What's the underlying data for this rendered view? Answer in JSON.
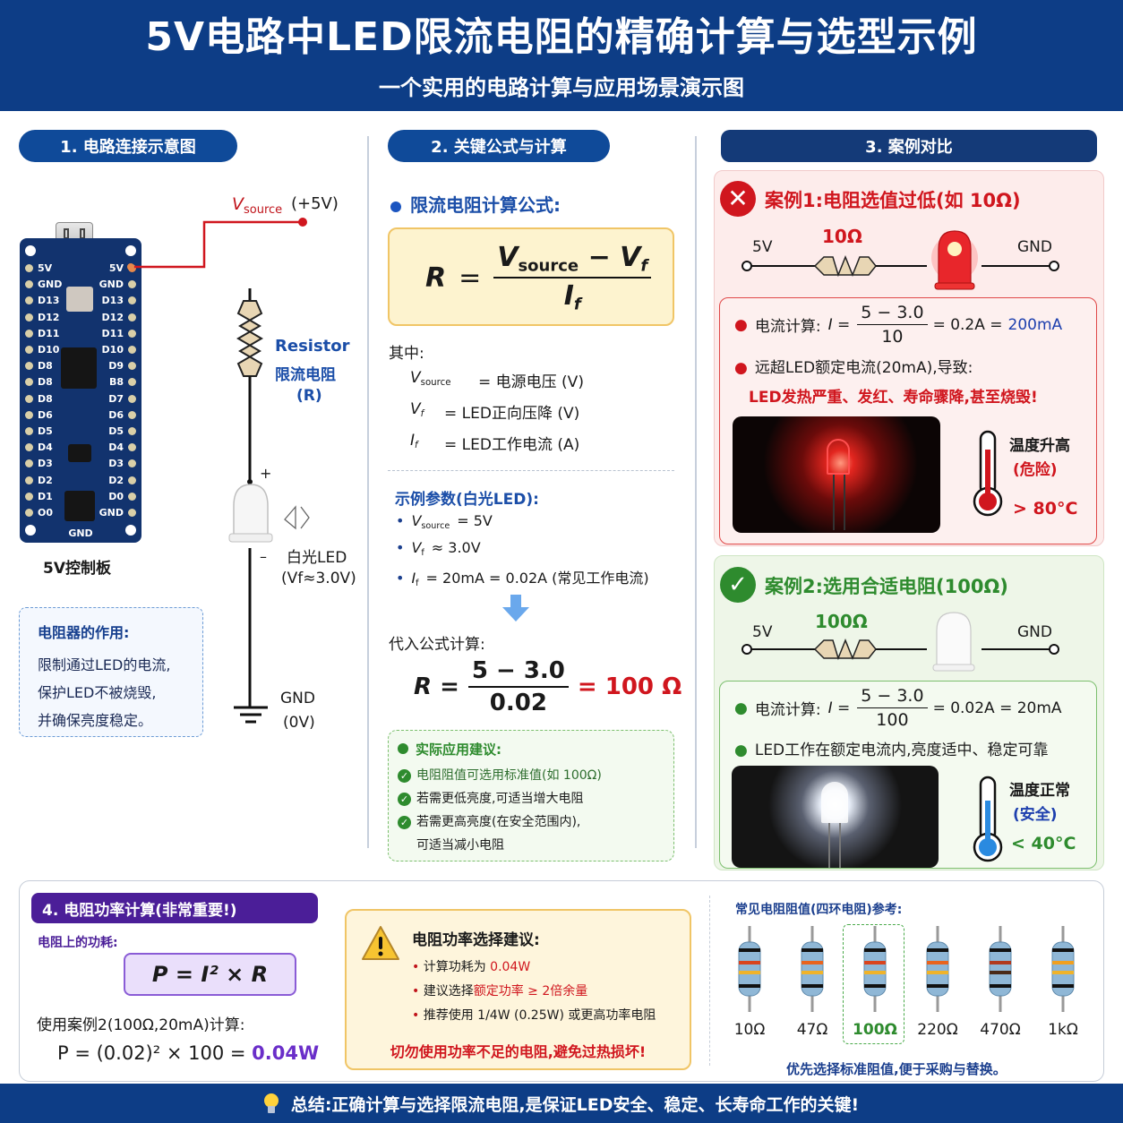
{
  "header": {
    "title": "5V电路中LED限流电阻的精确计算与选型示例",
    "subtitle": "一个实用的电路计算与应用场景演示图"
  },
  "section1": {
    "title": "1. 电路连接示意图",
    "vsource_label": "V",
    "vsource_sub": "source",
    "vsource_value": "(+5V)",
    "board_label": "5V控制板",
    "board_bottom_label": "GND",
    "pins_left": [
      "5V",
      "GND",
      "D13",
      "D12",
      "D11",
      "D10",
      "D8",
      "D8",
      "D8",
      "D6",
      "D5",
      "D4",
      "D3",
      "D2",
      "D1",
      "O0"
    ],
    "pins_right": [
      "5V",
      "GND",
      "D13",
      "D12",
      "D11",
      "D10",
      "D9",
      "B8",
      "D7",
      "D6",
      "D5",
      "D4",
      "D3",
      "D2",
      "D0",
      "GND"
    ],
    "resistor_en": "Resistor",
    "resistor_cn": "限流电阻",
    "resistor_sym": "(R)",
    "led_plus": "+",
    "led_minus": "–",
    "led_name": "白光LED",
    "led_vf": "(Vf≈3.0V)",
    "gnd_label": "GND",
    "gnd_value": "(0V)",
    "note": {
      "title": "电阻器的作用:",
      "lines": [
        "限制通过LED的电流,",
        "保护LED不被烧毁,",
        "并确保亮度稳定。"
      ]
    }
  },
  "section2": {
    "title": "2. 关键公式与计算",
    "formula_heading": "限流电阻计算公式:",
    "formula": {
      "lhs": "R",
      "num_v": "V",
      "num_sub": "source",
      "num_minus": " − V",
      "num_sub2": "f",
      "den": "I",
      "den_sub": "f"
    },
    "where_label": "其中:",
    "definitions": [
      {
        "sym": "V",
        "sub": "source",
        "desc": "= 电源电压 (V)"
      },
      {
        "sym": "V",
        "sub": "f",
        "desc": "= LED正向压降 (V)"
      },
      {
        "sym": "I",
        "sub": "f",
        "desc": "= LED工作电流 (A)"
      }
    ],
    "example_title": "示例参数(白光LED):",
    "params": [
      {
        "sym": "V",
        "sub": "source",
        "desc": "= 5V"
      },
      {
        "sym": "V",
        "sub": "f",
        "desc": "≈ 3.0V"
      },
      {
        "sym": "I",
        "sub": "f",
        "desc": "= 20mA = 0.02A (常见工作电流)"
      }
    ],
    "calc_label": "代入公式计算:",
    "calc": {
      "lhs": "R =",
      "num": "5 − 3.0",
      "den": "0.02",
      "result": "= 100 Ω"
    },
    "advice_title": "实际应用建议:",
    "advice": [
      "电阻阻值可选用标准值(如 100Ω)",
      "若需更低亮度,可适当增大电阻",
      "若需更高亮度(在安全范围内),",
      "可适当减小电阻"
    ]
  },
  "section3": {
    "title": "3. 案例对比",
    "case1": {
      "title": "案例1:电阻选值过低(如 10Ω)",
      "left_label": "5V",
      "resistor_value": "10Ω",
      "right_label": "GND",
      "calc_prefix": "电流计算:",
      "calc_var": "I =",
      "calc_num": "5 − 3.0",
      "calc_den": "10",
      "calc_result": "= 0.2A =",
      "calc_result_hl": "200mA",
      "line2": "远超LED额定电流(20mA),导致:",
      "warning": "LED发热严重、发红、寿命骤降,甚至烧毁!",
      "temp_title": "温度升高",
      "temp_status": "(危险)",
      "temp_value": "> 80°C"
    },
    "case2": {
      "title": "案例2:选用合适电阻(100Ω)",
      "left_label": "5V",
      "resistor_value": "100Ω",
      "right_label": "GND",
      "calc_prefix": "电流计算:",
      "calc_var": "I =",
      "calc_num": "5 − 3.0",
      "calc_den": "100",
      "calc_result": "= 0.02A = 20mA",
      "line2": "LED工作在额定电流内,亮度适中、稳定可靠",
      "temp_title": "温度正常",
      "temp_status": "(安全)",
      "temp_value": "< 40°C"
    }
  },
  "section4": {
    "title": "4. 电阻功率计算(非常重要!)",
    "power_label": "电阻上的功耗:",
    "formula": "P = I² × R",
    "case_label": "使用案例2(100Ω,20mA)计算:",
    "calc_prefix": "P = (0.02)² × 100 =",
    "calc_result": "0.04W",
    "advice_title": "电阻功率选择建议:",
    "advice": [
      {
        "text": "计算功耗为 ",
        "hl": "0.04W"
      },
      {
        "text": "建议选择",
        "hl": "额定功率 ≥ 2倍余量"
      },
      {
        "text": "推荐使用 1/4W (0.25W) 或更高功率电阻",
        "hl": ""
      }
    ],
    "warning": "切勿使用功率不足的电阻,避免过热损坏!",
    "ref_title": "常见电阻阻值(四环电阻)参考:",
    "resistors": [
      "10Ω",
      "47Ω",
      "100Ω",
      "220Ω",
      "470Ω",
      "1kΩ"
    ],
    "selected_resistor": "100Ω",
    "ref_note": "优先选择标准阻值,便于采购与替换。"
  },
  "footer": {
    "icon": "lightbulb",
    "text": "总结:正确计算与选择限流电阻,是保证LED安全、稳定、长寿命工作的关键!"
  },
  "colors": {
    "header_blue": "#0d3d86",
    "pill_blue": "#0f4a99",
    "danger_red": "#d0161e",
    "safe_green": "#2e8b2e",
    "purple": "#4b1e98",
    "highlight_blue": "#1d3fae"
  }
}
